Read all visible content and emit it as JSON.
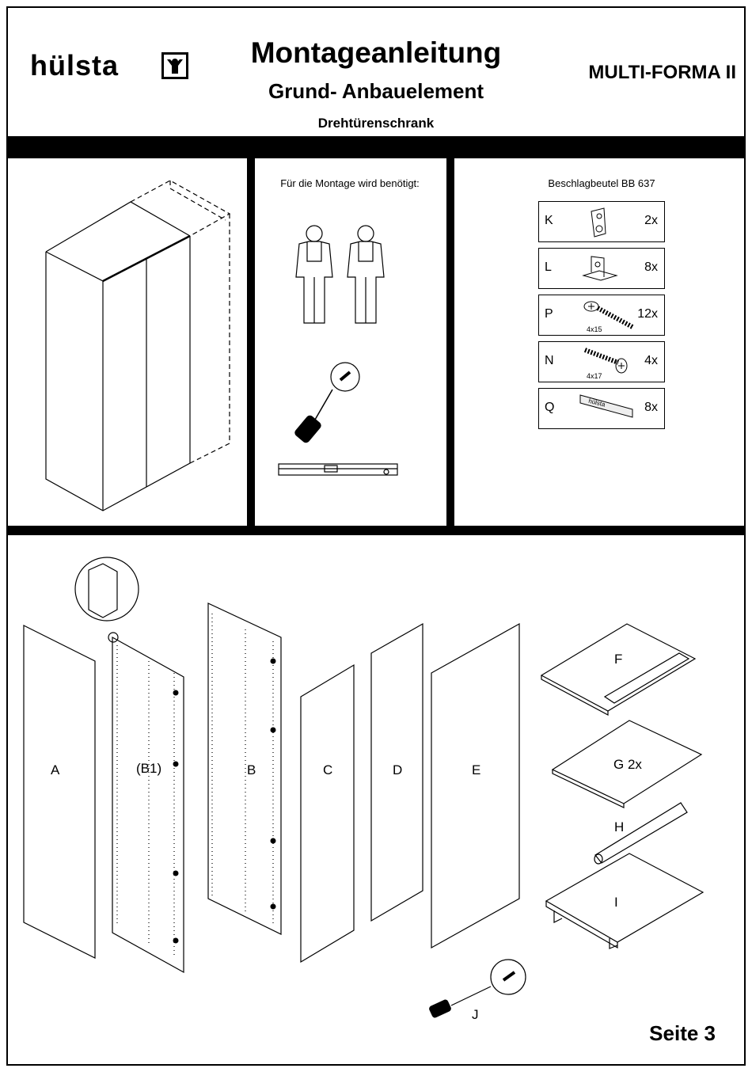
{
  "header": {
    "brand": "hülsta",
    "title": "Montageanleitung",
    "subtitle": "Grund- Anbauelement",
    "subsubtitle": "Drehtürenschrank",
    "model": "MULTI-FORMA II"
  },
  "tools_panel": {
    "heading": "Für die Montage wird benötigt:"
  },
  "hardware_panel": {
    "heading": "Beschlagbeutel BB 637",
    "items": [
      {
        "key": "K",
        "qty": "2x",
        "size": ""
      },
      {
        "key": "L",
        "qty": "8x",
        "size": ""
      },
      {
        "key": "P",
        "qty": "12x",
        "size": "4x15"
      },
      {
        "key": "N",
        "qty": "4x",
        "size": "4x17"
      },
      {
        "key": "Q",
        "qty": "8x",
        "size": ""
      }
    ],
    "stamp_text": "hülsta"
  },
  "parts": {
    "A": "A",
    "B1": "(B1)",
    "B": "B",
    "C": "C",
    "D": "D",
    "E": "E",
    "F": "F",
    "G": "G 2x",
    "H": "H",
    "I": "I",
    "J": "J"
  },
  "footer": {
    "page": "Seite 3"
  }
}
